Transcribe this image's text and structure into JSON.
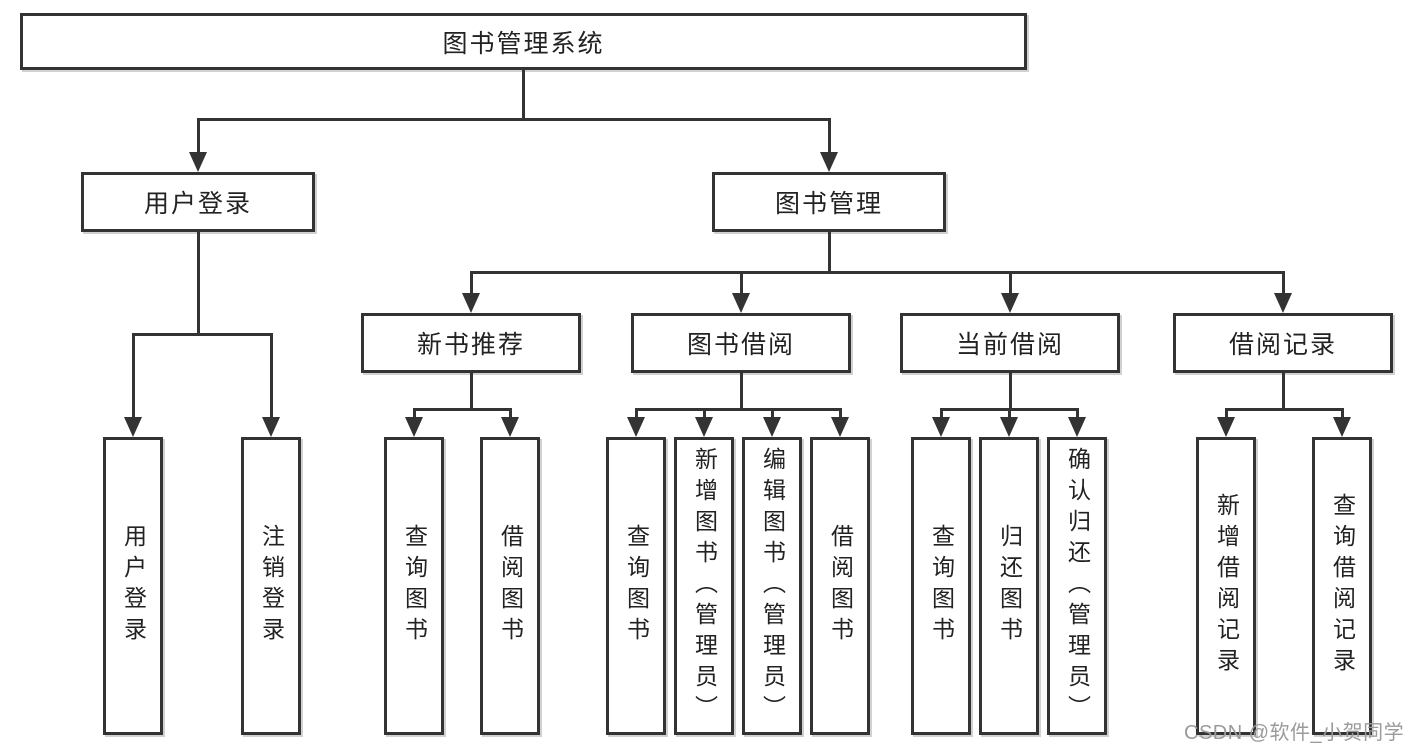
{
  "diagram": {
    "root": {
      "label": "图书管理系统"
    },
    "level2": [
      {
        "label": "用户登录"
      },
      {
        "label": "图书管理"
      }
    ],
    "level3": [
      {
        "label": "新书推荐"
      },
      {
        "label": "图书借阅"
      },
      {
        "label": "当前借阅"
      },
      {
        "label": "借阅记录"
      }
    ],
    "level4": {
      "user_login": [
        {
          "label": "用户登录"
        },
        {
          "label": "注销登录"
        }
      ],
      "new_book": [
        {
          "label": "查询图书"
        },
        {
          "label": "借阅图书"
        }
      ],
      "borrow": [
        {
          "label": "查询图书"
        },
        {
          "label": "新增图书（管理员）"
        },
        {
          "label": "编辑图书（管理员）"
        },
        {
          "label": "借阅图书"
        }
      ],
      "current": [
        {
          "label": "查询图书"
        },
        {
          "label": "归还图书"
        },
        {
          "label": "确认归还（管理员）"
        }
      ],
      "records": [
        {
          "label": "新增借阅记录"
        },
        {
          "label": "查询借阅记录"
        }
      ]
    },
    "watermark": "CSDN @软件_小贺同学",
    "colors": {
      "line": "#333333",
      "text": "#222222",
      "watermark": "#9b9b9b",
      "background": "#ffffff"
    }
  }
}
